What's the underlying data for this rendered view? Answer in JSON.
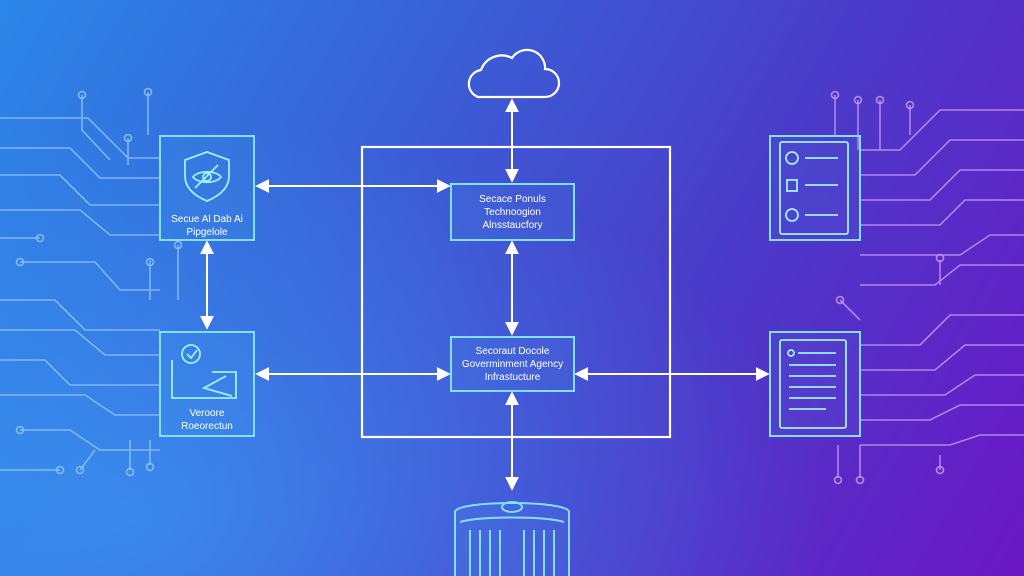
{
  "nodes": {
    "secure_pipeline": {
      "lines": [
        "Secue Al Dab Ai",
        "Pipgelole"
      ],
      "icon": "shield-eye-icon"
    },
    "device_protection": {
      "lines": [
        "Veroore",
        "Roeorectun"
      ],
      "icon": "pen-device-icon"
    },
    "tech_infrastructure": {
      "lines": [
        "Secace Ponuls",
        "Technoogion",
        "Alnsstaucfory"
      ]
    },
    "gov_infrastructure": {
      "lines": [
        "Secoraut Docole",
        "Goverminment Agency",
        "Infrastucture"
      ]
    },
    "checklist_doc": {
      "icon": "checklist-icon"
    },
    "text_doc": {
      "icon": "document-icon"
    },
    "cloud": {
      "icon": "cloud-icon"
    },
    "server": {
      "icon": "server-icon"
    }
  },
  "colors": {
    "line": "#ffffff",
    "circuit_left": "#8ec6f5",
    "circuit_right": "#c79bf0",
    "node_stroke": "#7fe0ff",
    "gradient_start": "#2b86e8",
    "gradient_end": "#6a17c4"
  }
}
